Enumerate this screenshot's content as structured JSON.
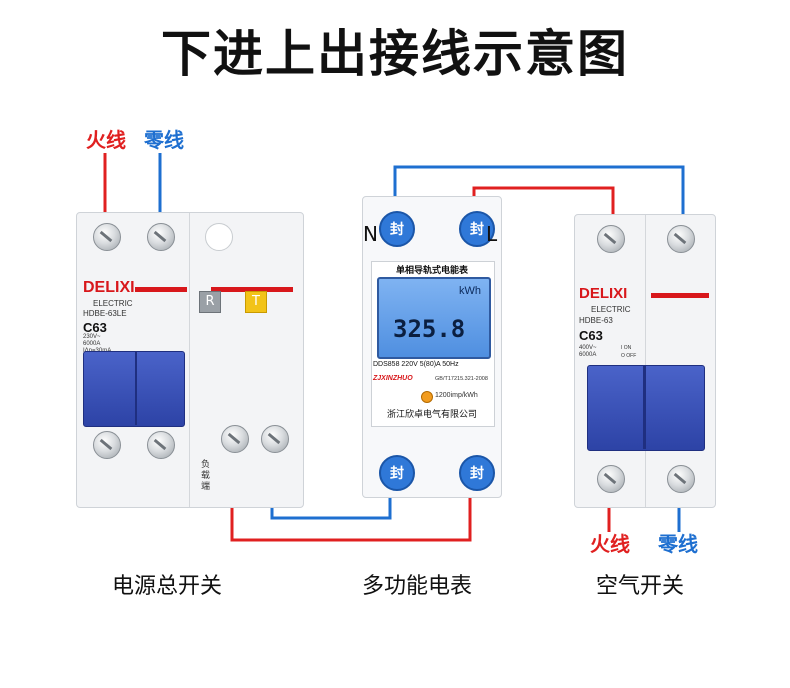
{
  "title": "下进上出接线示意图",
  "top_labels": {
    "live": "火线",
    "neutral": "零线"
  },
  "bottom_labels": {
    "live": "火线",
    "neutral": "零线"
  },
  "captions": {
    "main_switch": "电源总开关",
    "meter": "多功能电表",
    "air_switch": "空气开关"
  },
  "main_switch": {
    "brand": "DELIXI",
    "sub": "ELECTRIC",
    "model": "HDBE-63LE",
    "rating": "C63",
    "spec1": "230V~",
    "spec2": "6000A",
    "spec3": "IΔn=30mA",
    "btn_r": "R",
    "btn_t": "T",
    "load_label": "负载端"
  },
  "meter": {
    "header": "单相导轨式电能表",
    "unit": "kWh",
    "reading": "325.8",
    "spec": "DDS858 220V 5(80)A 50Hz",
    "brand": "ZJXINZHUO",
    "std": "GB/T17215.321-2008",
    "imp": "1200imp/kWh",
    "maker": "浙江欣卓电气有限公司",
    "n_label": "N",
    "l_label": "L",
    "seal": "封"
  },
  "air_switch": {
    "brand": "DELIXI",
    "sub": "ELECTRIC",
    "model": "HDBE-63",
    "rating": "C63",
    "spec1": "400V~",
    "spec2": "6000A",
    "on": "I ON",
    "off": "O OFF"
  },
  "colors": {
    "live": "#e02020",
    "neutral": "#1e6fd0"
  }
}
